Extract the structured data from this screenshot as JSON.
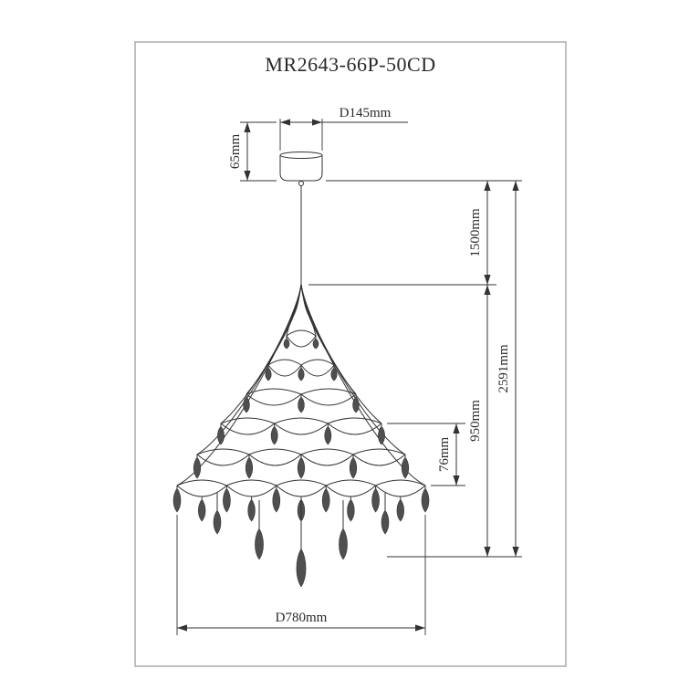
{
  "title": "MR2643-66P-50CD",
  "dims": {
    "canopy_diameter": "D145mm",
    "canopy_height": "65mm",
    "suspension_length": "1500mm",
    "body_height": "950mm",
    "crystal_length": "76mm",
    "overall_height": "2591mm",
    "body_diameter": "D780mm"
  },
  "colors": {
    "line": "#333333",
    "border": "#ababab",
    "crystal_fill": "#4f4f4f",
    "background": "#ffffff"
  }
}
